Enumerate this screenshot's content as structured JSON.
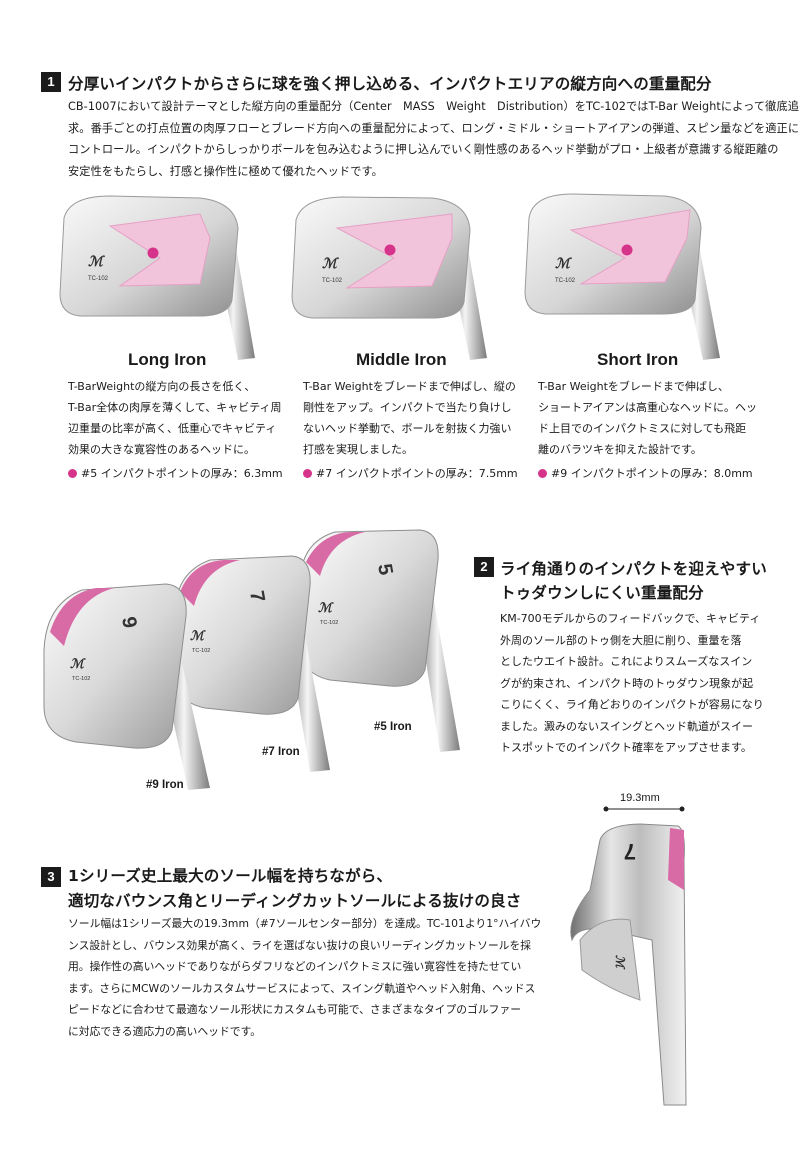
{
  "section1": {
    "number": "1",
    "heading": "分厚いインパクトからさらに球を強く押し込める、インパクトエリアの縦方向への重量配分",
    "lines": [
      "CB-1007において設計テーマとした縦方向の重量配分（Center　MASS　Weight　Distribution）をTC-102ではT-Bar Weightによって徹底追",
      "求。番手ごとの打点位置の肉厚フローとブレード方向への重量配分によって、ロング・ミドル・ショートアイアンの弾道、スピン量などを適正に",
      "コントロール。インパクトからしっかりボールを包み込むように押し込んでいく剛性感のあるヘッド挙動がプロ・上級者が意識する縦距離の",
      "安定性をもたらし、打感と操作性に極めて優れたヘッドです。"
    ]
  },
  "irons": [
    {
      "title": "Long Iron",
      "lines": [
        "T-BarWeightの縦方向の長さを低く、",
        "T-Bar全体の肉厚を薄くして、キャビティ周",
        "辺重量の比率が高く、低重心でキャビティ",
        "効果の大きな寛容性のあるヘッドに。"
      ],
      "spec": "#5 インパクトポイントの厚み：6.3mm",
      "logo": "TC-102"
    },
    {
      "title": "Middle Iron",
      "lines": [
        "T-Bar Weightをブレードまで伸ばし、縦の",
        "剛性をアップ。インパクトで当たり負けし",
        "ないヘッド挙動で、ボールを射抜く力強い",
        "打感を実現しました。"
      ],
      "spec": "#7 インパクトポイントの厚み：7.5mm",
      "logo": "TC-102"
    },
    {
      "title": "Short Iron",
      "lines": [
        "T-Bar Weightをブレードまで伸ばし、",
        "ショートアイアンは高重心なヘッドに。ヘッ",
        "ド上目でのインパクトミスに対しても飛距",
        "離のバラツキを抑えた設計です。"
      ],
      "spec": "#9 インパクトポイントの厚み：8.0mm",
      "logo": "TC-102"
    }
  ],
  "section2": {
    "number": "2",
    "heading_lines": [
      "ライ角通りのインパクトを迎えやすい",
      "トゥダウンしにくい重量配分"
    ],
    "lines": [
      "KM-700モデルからのフィードバックで、キャビティ",
      "外周のソール部のトゥ側を大胆に削り、重量を落",
      "としたウエイト設計。これによりスムーズなスイン",
      "グが約束され、インパクト時のトゥダウン現象が起",
      "こりにくく、ライ角どおりのインパクトが容易になり",
      "ました。澱みのないスイングとヘッド軌道がスイー",
      "トスポットでのインパクト確率をアップさせます。"
    ],
    "iron_labels": [
      "#9 Iron",
      "#7 Iron",
      "#5 Iron"
    ],
    "iron_numbers": [
      "9",
      "7",
      "5"
    ],
    "logo": "TC-102"
  },
  "section3": {
    "number": "3",
    "heading_lines": [
      "1シリーズ史上最大のソール幅を持ちながら、",
      "適切なバウンス角とリーディングカットソールによる抜けの良さ"
    ],
    "lines": [
      "ソール幅は1シリーズ最大の19.3mm（#7ソールセンター部分）を達成。TC-101より1°ハイバウ",
      "ンス設計とし、バウンス効果が高く、ライを選ばない抜けの良いリーディングカットソールを採",
      "用。操作性の高いヘッドでありながらダフリなどのインパクトミスに強い寛容性を持たせてい",
      "ます。さらにMCWのソールカスタムサービスによって、スイング軌道やヘッド入射角、ヘッドス",
      "ピードなどに合わせて最適なソール形状にカスタムも可能で、さまざまなタイプのゴルファー",
      "に対応できる適応力の高いヘッドです。"
    ],
    "sole_width": "19.3mm",
    "sole_number": "7"
  },
  "colors": {
    "accent_pink": "#d6338a",
    "steel_light": "#f2f2f2",
    "steel_dark": "#8e8e8e"
  }
}
